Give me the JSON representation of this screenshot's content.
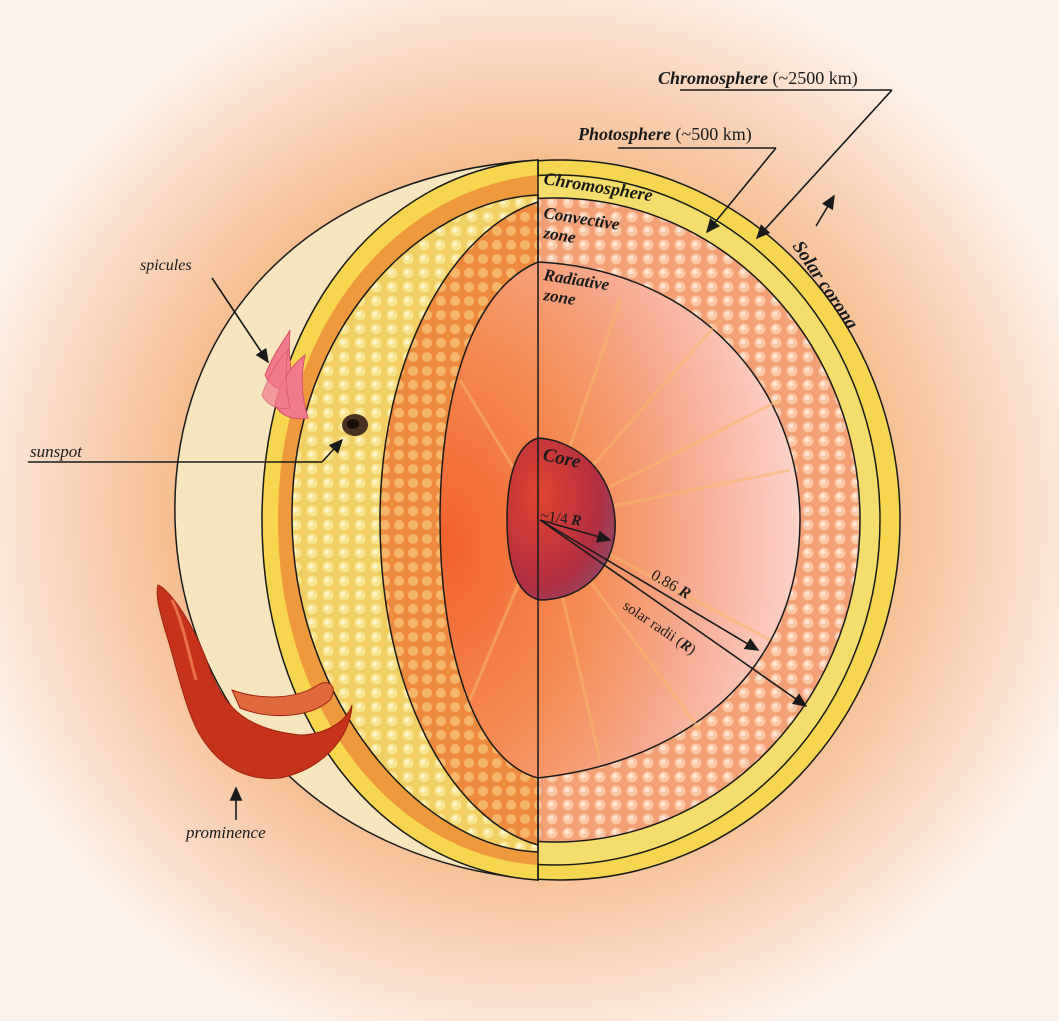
{
  "diagram": {
    "labels": {
      "chromosphere_outer": "Chromosphere",
      "chromosphere_outer_thickness": "(~2500 km)",
      "photosphere": "Photosphere",
      "photosphere_thickness": "(~500 km)",
      "chromosphere_layer": "Chromosphere",
      "convective_zone_line1": "Convective",
      "convective_zone_line2": "zone",
      "radiative_zone_line1": "Radiative",
      "radiative_zone_line2": "zone",
      "solar_corona": "Solar corona",
      "core": "Core",
      "core_radius_prefix": "~1/4 ",
      "core_radius_symbol": "R",
      "radiative_radius_prefix": "0.86 ",
      "radiative_radius_symbol": "R",
      "solar_radii_prefix": "solar radii (",
      "solar_radii_symbol": "R",
      "solar_radii_suffix": ")",
      "spicules": "spicules",
      "sunspot": "sunspot",
      "prominence": "prominence"
    },
    "colors": {
      "corona": "#f3a46a",
      "chromosphere_band": "#f6d64e",
      "surface_pale": "#f7e7bf",
      "photosphere_granules": "#f5e48a",
      "convective": "#f2a06e",
      "radiative": "#f26b3e",
      "core": "#b8324a",
      "prominence": "#c5331c",
      "outline": "#1a1a1a"
    }
  }
}
